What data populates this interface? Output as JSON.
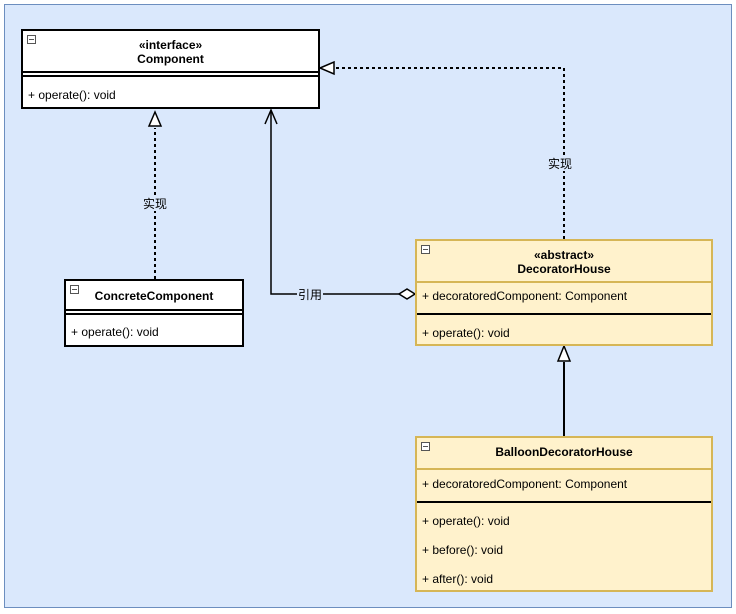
{
  "diagram": {
    "classes": {
      "component": {
        "stereotype": "«interface»",
        "name": "Component",
        "attributes": [],
        "methods": [
          "+ operate(): void"
        ]
      },
      "concrete": {
        "stereotype": "",
        "name": "ConcreteComponent",
        "attributes": [],
        "methods": [
          "+ operate(): void"
        ]
      },
      "decorator": {
        "stereotype": "«abstract»",
        "name": "DecoratorHouse",
        "attributes": [
          "+ decoratoredComponent: Component"
        ],
        "methods": [
          "+ operate(): void"
        ]
      },
      "balloon": {
        "stereotype": "",
        "name": "BalloonDecoratorHouse",
        "attributes": [
          "+ decoratoredComponent: Component"
        ],
        "methods": [
          "+ operate(): void",
          "+ before(): void",
          "+ after(): void"
        ]
      }
    },
    "relations": {
      "concrete_impl_label": "实现",
      "decorator_impl_label": "实现",
      "reference_label": "引用"
    }
  },
  "colors": {
    "background": "#dae8fc",
    "background_border": "#6c8ebf",
    "abstract_fill": "#fff2cc",
    "abstract_border": "#d6b656",
    "line": "#000000"
  }
}
